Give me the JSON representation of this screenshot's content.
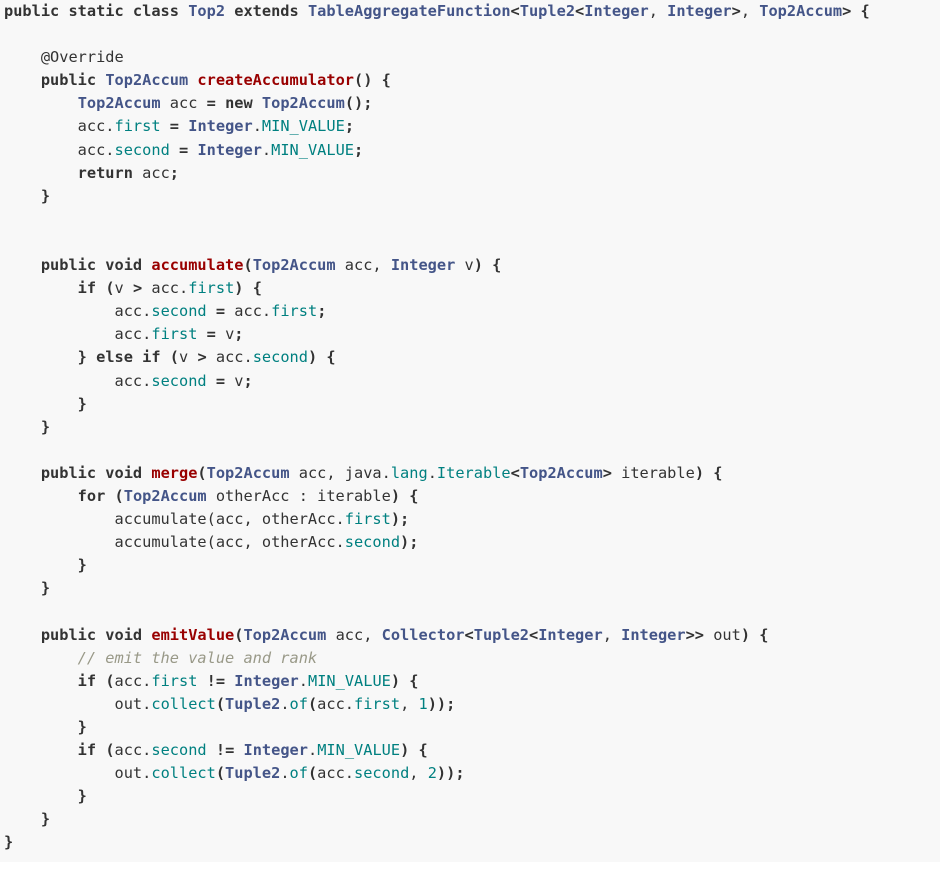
{
  "theme": {
    "background": "#f8f8f8",
    "keyword": "#333333",
    "type": "#445588",
    "function": "#990000",
    "field": "#008080",
    "number": "#008080",
    "comment": "#999988",
    "plain": "#333333"
  },
  "code": {
    "language": "java",
    "lines": [
      [
        [
          "kw",
          "public static class "
        ],
        [
          "type",
          "Top2"
        ],
        [
          "kw",
          " extends "
        ],
        [
          "type",
          "TableAggregateFunction"
        ],
        [
          "punct",
          "<"
        ],
        [
          "type",
          "Tuple2"
        ],
        [
          "punct",
          "<"
        ],
        [
          "type",
          "Integer"
        ],
        [
          "plain",
          ", "
        ],
        [
          "type",
          "Integer"
        ],
        [
          "punct",
          ">"
        ],
        [
          "plain",
          ", "
        ],
        [
          "type",
          "Top2Accum"
        ],
        [
          "punct",
          "> {"
        ]
      ],
      [],
      [
        [
          "annotation",
          "    @Override"
        ]
      ],
      [
        [
          "kw",
          "    public "
        ],
        [
          "type",
          "Top2Accum"
        ],
        [
          "plain",
          " "
        ],
        [
          "fn",
          "createAccumulator"
        ],
        [
          "punct",
          "() {"
        ]
      ],
      [
        [
          "plain",
          "        "
        ],
        [
          "type",
          "Top2Accum"
        ],
        [
          "plain",
          " acc "
        ],
        [
          "punct",
          "="
        ],
        [
          "kw",
          " new "
        ],
        [
          "type",
          "Top2Accum"
        ],
        [
          "punct",
          "();"
        ]
      ],
      [
        [
          "plain",
          "        acc."
        ],
        [
          "field",
          "first"
        ],
        [
          "plain",
          " "
        ],
        [
          "punct",
          "="
        ],
        [
          "plain",
          " "
        ],
        [
          "type",
          "Integer"
        ],
        [
          "plain",
          "."
        ],
        [
          "field",
          "MIN_VALUE"
        ],
        [
          "punct",
          ";"
        ]
      ],
      [
        [
          "plain",
          "        acc."
        ],
        [
          "field",
          "second"
        ],
        [
          "plain",
          " "
        ],
        [
          "punct",
          "="
        ],
        [
          "plain",
          " "
        ],
        [
          "type",
          "Integer"
        ],
        [
          "plain",
          "."
        ],
        [
          "field",
          "MIN_VALUE"
        ],
        [
          "punct",
          ";"
        ]
      ],
      [
        [
          "kw",
          "        return "
        ],
        [
          "plain",
          "acc"
        ],
        [
          "punct",
          ";"
        ]
      ],
      [
        [
          "punct",
          "    }"
        ]
      ],
      [],
      [],
      [
        [
          "kw",
          "    public void "
        ],
        [
          "fn",
          "accumulate"
        ],
        [
          "punct",
          "("
        ],
        [
          "type",
          "Top2Accum"
        ],
        [
          "plain",
          " acc, "
        ],
        [
          "type",
          "Integer"
        ],
        [
          "plain",
          " v"
        ],
        [
          "punct",
          ") {"
        ]
      ],
      [
        [
          "kw",
          "        if "
        ],
        [
          "punct",
          "("
        ],
        [
          "plain",
          "v "
        ],
        [
          "punct",
          ">"
        ],
        [
          "plain",
          " acc."
        ],
        [
          "field",
          "first"
        ],
        [
          "punct",
          ") {"
        ]
      ],
      [
        [
          "plain",
          "            acc."
        ],
        [
          "field",
          "second"
        ],
        [
          "plain",
          " "
        ],
        [
          "punct",
          "="
        ],
        [
          "plain",
          " acc."
        ],
        [
          "field",
          "first"
        ],
        [
          "punct",
          ";"
        ]
      ],
      [
        [
          "plain",
          "            acc."
        ],
        [
          "field",
          "first"
        ],
        [
          "plain",
          " "
        ],
        [
          "punct",
          "="
        ],
        [
          "plain",
          " v"
        ],
        [
          "punct",
          ";"
        ]
      ],
      [
        [
          "punct",
          "        } "
        ],
        [
          "kw",
          "else if "
        ],
        [
          "punct",
          "("
        ],
        [
          "plain",
          "v "
        ],
        [
          "punct",
          ">"
        ],
        [
          "plain",
          " acc."
        ],
        [
          "field",
          "second"
        ],
        [
          "punct",
          ") {"
        ]
      ],
      [
        [
          "plain",
          "            acc."
        ],
        [
          "field",
          "second"
        ],
        [
          "plain",
          " "
        ],
        [
          "punct",
          "="
        ],
        [
          "plain",
          " v"
        ],
        [
          "punct",
          ";"
        ]
      ],
      [
        [
          "punct",
          "        }"
        ]
      ],
      [
        [
          "punct",
          "    }"
        ]
      ],
      [],
      [
        [
          "kw",
          "    public void "
        ],
        [
          "fn",
          "merge"
        ],
        [
          "punct",
          "("
        ],
        [
          "type",
          "Top2Accum"
        ],
        [
          "plain",
          " acc, java."
        ],
        [
          "field",
          "lang"
        ],
        [
          "plain",
          "."
        ],
        [
          "field",
          "Iterable"
        ],
        [
          "punct",
          "<"
        ],
        [
          "type",
          "Top2Accum"
        ],
        [
          "punct",
          ">"
        ],
        [
          "plain",
          " iterable"
        ],
        [
          "punct",
          ") {"
        ]
      ],
      [
        [
          "kw",
          "        for "
        ],
        [
          "punct",
          "("
        ],
        [
          "type",
          "Top2Accum"
        ],
        [
          "plain",
          " otherAcc : iterable"
        ],
        [
          "punct",
          ") {"
        ]
      ],
      [
        [
          "plain",
          "            accumulate(acc, otherAcc."
        ],
        [
          "field",
          "first"
        ],
        [
          "punct",
          ");"
        ]
      ],
      [
        [
          "plain",
          "            accumulate(acc, otherAcc."
        ],
        [
          "field",
          "second"
        ],
        [
          "punct",
          ");"
        ]
      ],
      [
        [
          "punct",
          "        }"
        ]
      ],
      [
        [
          "punct",
          "    }"
        ]
      ],
      [],
      [
        [
          "kw",
          "    public void "
        ],
        [
          "fn",
          "emitValue"
        ],
        [
          "punct",
          "("
        ],
        [
          "type",
          "Top2Accum"
        ],
        [
          "plain",
          " acc, "
        ],
        [
          "type",
          "Collector"
        ],
        [
          "punct",
          "<"
        ],
        [
          "type",
          "Tuple2"
        ],
        [
          "punct",
          "<"
        ],
        [
          "type",
          "Integer"
        ],
        [
          "plain",
          ", "
        ],
        [
          "type",
          "Integer"
        ],
        [
          "punct",
          ">>"
        ],
        [
          "plain",
          " out"
        ],
        [
          "punct",
          ") {"
        ]
      ],
      [
        [
          "comment",
          "        // emit the value and rank"
        ]
      ],
      [
        [
          "kw",
          "        if "
        ],
        [
          "punct",
          "("
        ],
        [
          "plain",
          "acc."
        ],
        [
          "field",
          "first"
        ],
        [
          "plain",
          " "
        ],
        [
          "punct",
          "!="
        ],
        [
          "plain",
          " "
        ],
        [
          "type",
          "Integer"
        ],
        [
          "plain",
          "."
        ],
        [
          "field",
          "MIN_VALUE"
        ],
        [
          "punct",
          ") {"
        ]
      ],
      [
        [
          "plain",
          "            out."
        ],
        [
          "field",
          "collect"
        ],
        [
          "punct",
          "("
        ],
        [
          "type",
          "Tuple2"
        ],
        [
          "plain",
          "."
        ],
        [
          "field",
          "of"
        ],
        [
          "punct",
          "("
        ],
        [
          "plain",
          "acc."
        ],
        [
          "field",
          "first"
        ],
        [
          "plain",
          ", "
        ],
        [
          "num",
          "1"
        ],
        [
          "punct",
          "));"
        ]
      ],
      [
        [
          "punct",
          "        }"
        ]
      ],
      [
        [
          "kw",
          "        if "
        ],
        [
          "punct",
          "("
        ],
        [
          "plain",
          "acc."
        ],
        [
          "field",
          "second"
        ],
        [
          "plain",
          " "
        ],
        [
          "punct",
          "!="
        ],
        [
          "plain",
          " "
        ],
        [
          "type",
          "Integer"
        ],
        [
          "plain",
          "."
        ],
        [
          "field",
          "MIN_VALUE"
        ],
        [
          "punct",
          ") {"
        ]
      ],
      [
        [
          "plain",
          "            out."
        ],
        [
          "field",
          "collect"
        ],
        [
          "punct",
          "("
        ],
        [
          "type",
          "Tuple2"
        ],
        [
          "plain",
          "."
        ],
        [
          "field",
          "of"
        ],
        [
          "punct",
          "("
        ],
        [
          "plain",
          "acc."
        ],
        [
          "field",
          "second"
        ],
        [
          "plain",
          ", "
        ],
        [
          "num",
          "2"
        ],
        [
          "punct",
          "));"
        ]
      ],
      [
        [
          "punct",
          "        }"
        ]
      ],
      [
        [
          "punct",
          "    }"
        ]
      ],
      [
        [
          "punct",
          "}"
        ]
      ]
    ]
  }
}
